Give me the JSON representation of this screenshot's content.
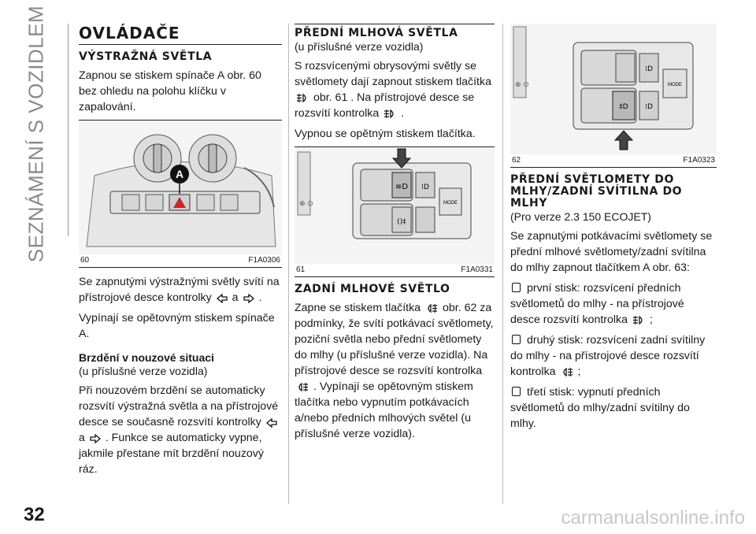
{
  "sidebar": {
    "title": "SEZNÁMENÍ S VOZIDLEM",
    "page_number": "32"
  },
  "watermark": "carmanualsonline.info",
  "col1": {
    "title": "OVLÁDAČE",
    "sec1_title": "VÝSTRAŽNÁ SVĚTLA",
    "p1": "Zapnou se stiskem spínače A obr. 60 bez ohledu na polohu klíčku v zapalování.",
    "fig_letter": "A",
    "fig_num": "60",
    "fig_code": "F1A0306",
    "p2_a": "Se zapnutými výstražnými světly svítí na přístrojové desce kontrolky",
    "p2_b": "a",
    "p2_c": ".",
    "p3": "Vypínají se opětovným stiskem spínače A.",
    "sub_title": "Brzdění v nouzové situaci",
    "sub_note": "(u příslušné verze vozidla)",
    "p4_a": "Při nouzovém brzdění se automaticky rozsvítí výstražná světla a na přístrojové desce se současně rozsvítí kontrolky",
    "p4_b": "a",
    "p4_c": ". Funkce se automaticky vypne, jakmile přestane mít brzdění nouzový ráz."
  },
  "col2": {
    "sec_title": "PŘEDNÍ MLHOVÁ SVĚTLA",
    "note": "(u příslušné verze vozidla)",
    "p1_a": "S rozsvícenými obrysovými světly se světlomety dají zapnout stiskem tlačítka",
    "p1_b": "obr. 61 . Na přístrojové desce se rozsvítí kontrolka",
    "p1_c": ".",
    "p2": "Vypnou se opětným stiskem tlačítka.",
    "fig_num": "61",
    "fig_code": "F1A0331",
    "fig_mode": "MODE",
    "sec2_title": "ZADNÍ MLHOVÉ SVĚTLO",
    "p3_a": "Zapne se stiskem tlačítka",
    "p3_b": "obr. 62 za podmínky, že svítí potkávací světlomety, poziční světla nebo přední světlomety do mlhy (u příslušné verze vozidla). Na přístrojové desce se rozsvítí kontrolka",
    "p3_c": ". Vypínají se opětovným stiskem tlačítka nebo vypnutím potkávacích a/nebo předních mlhových světel (u příslušné verze vozidla)."
  },
  "col3": {
    "fig_num": "62",
    "fig_code": "F1A0323",
    "fig_mode": "MODE",
    "sec_title": "PŘEDNÍ SVĚTLOMETY DO MLHY/ZADNÍ SVÍTILNA DO MLHY",
    "note": "(Pro verze 2.3 150 ECOJET)",
    "p1": "Se zapnutými potkávacími světlomety se přední mlhové světlomety/zadní svítilna do mlhy zapnout tlačítkem A obr. 63:",
    "b1_a": "první stisk: rozsvícení předních světlometů do mlhy - na přístrojové desce rozsvítí kontrolka",
    "b1_b": ";",
    "b2_a": "druhý stisk: rozsvícení zadní svítilny do mlhy - na přístrojové desce rozsvítí kontrolka",
    "b2_b": ";",
    "b3": "třetí stisk: vypnutí předních světlometů do mlhy/zadní svítilny do mlhy."
  },
  "icons": [
    "hazard-triangle-icon",
    "turn-left-icon",
    "turn-right-icon",
    "front-fog-light-icon",
    "rear-fog-light-icon",
    "arrow-down-icon",
    "checkbox-icon"
  ],
  "colors": {
    "text": "#1a1a1a",
    "sidebar": "#8a8a8a",
    "watermark": "#c8c8c8",
    "hazard": "#c8272d"
  }
}
